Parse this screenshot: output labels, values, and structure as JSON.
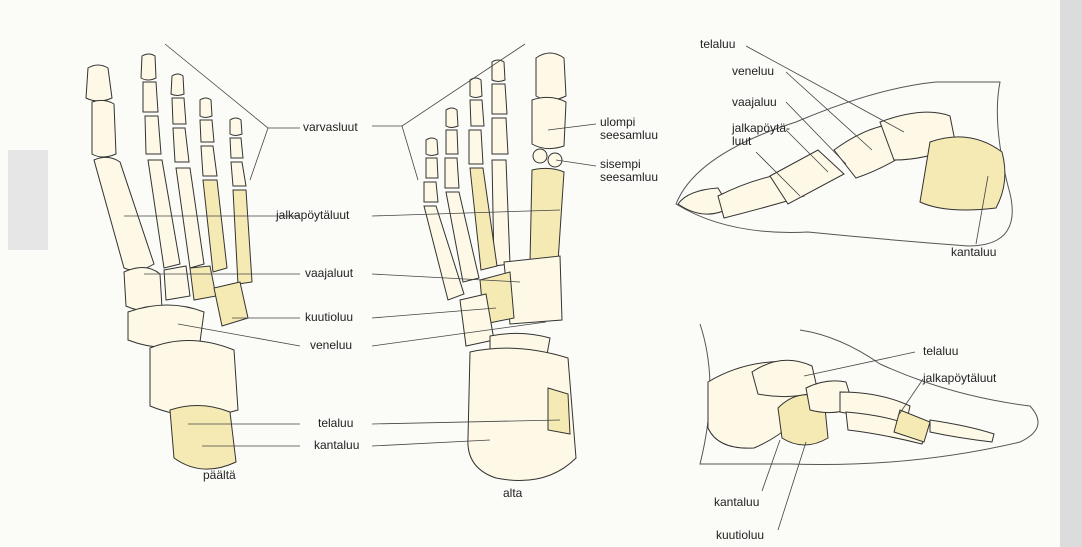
{
  "figure": {
    "labels": {
      "varvasluut": "varvasluut",
      "jalkapoytaluut_top": "jalkapöytäluut",
      "vaajaluut": "vaajaluut",
      "kuutioluu": "kuutioluu",
      "veneluu": "veneluu",
      "telaluu": "telaluu",
      "kantaluu": "kantaluu",
      "ulompi_1": "ulompi",
      "ulompi_2": "seesamluu",
      "sisempi_1": "sisempi",
      "sisempi_2": "seesamluu",
      "medial_telaluu": "telaluu",
      "medial_veneluu": "veneluu",
      "medial_vaajaluu": "vaajaluu",
      "medial_jalkapoyta_1": "jalkapöytä-",
      "medial_jalkapoyta_2": "luut",
      "medial_kantaluu": "kantaluu",
      "lateral_telaluu": "telaluu",
      "lateral_jalkapoytaluut": "jalkapöytäluut",
      "lateral_kantaluu": "kantaluu",
      "lateral_kuutioluu": "kuutioluu"
    },
    "captions": {
      "top_view": "päältä",
      "bottom_view": "alta"
    }
  },
  "colors": {
    "bone_fill": "#fdf9e6",
    "bone_highlight": "#f6ecb8",
    "outline": "#333333",
    "leader": "#444444"
  }
}
